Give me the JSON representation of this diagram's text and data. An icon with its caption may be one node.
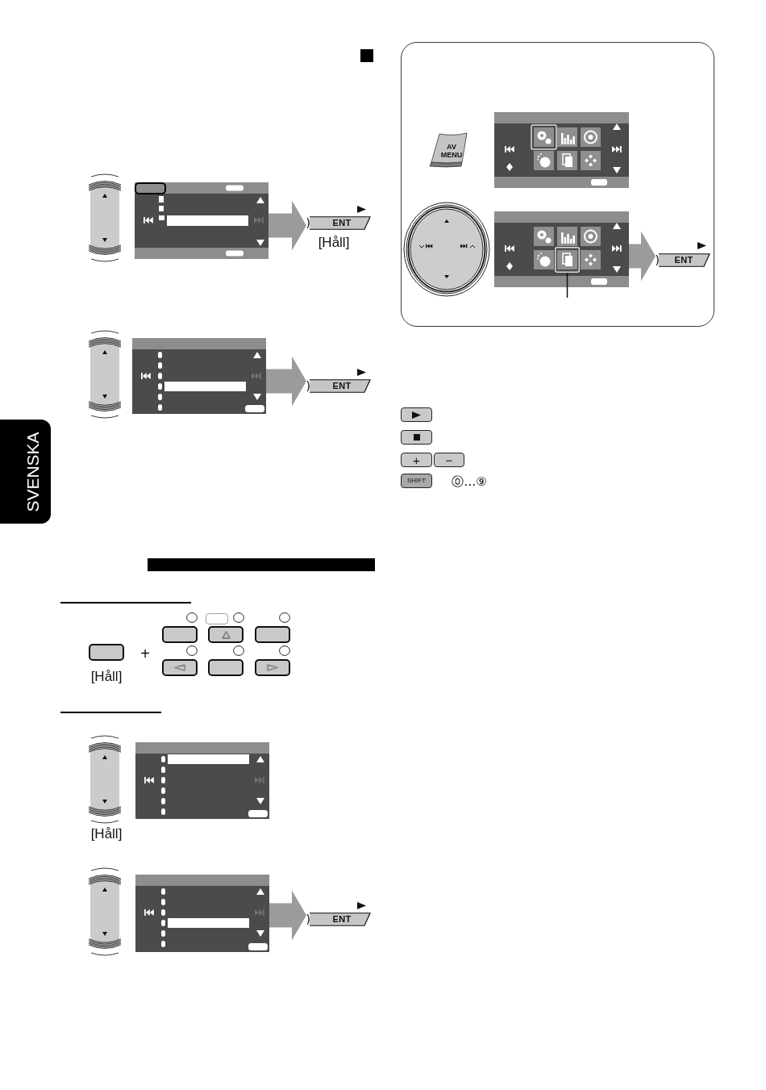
{
  "diagram": {
    "nodes": [
      {
        "text": [],
        "shape": "picture"
      },
      {
        "text": [
          "ENT"
        ],
        "beside": [
          "[Håll]"
        ]
      },
      {
        "text": [],
        "shape": "picture"
      },
      {
        "text": [
          "ENT"
        ]
      },
      {
        "text": [
          "SVENSKA"
        ]
      },
      {
        "text": [],
        "shape": "bar"
      },
      {
        "text": [],
        "shape": "box",
        "beside": [
          "[Håll]"
        ]
      },
      {
        "text": [],
        "shape": "box"
      },
      {
        "text": [],
        "shape": "box"
      },
      {
        "text": [],
        "shape": "box"
      },
      {
        "text": [],
        "shape": "box"
      },
      {
        "text": [],
        "shape": "box"
      },
      {
        "text": [],
        "shape": "box"
      },
      {
        "text": [],
        "shape": "picture"
      },
      {
        "text": [],
        "shape": "picture"
      },
      {
        "text": [
          "ENT"
        ]
      },
      {
        "text": [],
        "shape": "box"
      },
      {
        "text": [
          "AV MENU"
        ],
        "in": 16
      },
      {
        "text": [],
        "shape": "picture",
        "in": 16
      },
      {
        "text": [],
        "shape": "picture",
        "in": 16
      },
      {
        "text": [],
        "shape": "picture",
        "in": 19
      },
      {
        "text": [
          "ENT"
        ],
        "in": 16
      },
      {
        "text": [],
        "shape": "box"
      },
      {
        "text": [],
        "shape": "box"
      },
      {
        "text": [
          "+"
        ]
      },
      {
        "text": [
          "−"
        ]
      },
      {
        "text": [
          "SHIFT"
        ]
      }
    ],
    "edges": [
      {
        "from": 0,
        "to": 1,
        "arrow": "to"
      },
      {
        "from": 2,
        "to": 3,
        "arrow": "to"
      },
      {
        "from": 14,
        "to": 15,
        "arrow": "to"
      },
      {
        "from": 19,
        "to": 21,
        "arrow": "to"
      },
      {
        "from": null,
        "to": 20,
        "arrow": "none",
        "color": "#111111"
      }
    ],
    "labels": [
      "+",
      "[Håll]",
      "⓪…⑨"
    ]
  }
}
